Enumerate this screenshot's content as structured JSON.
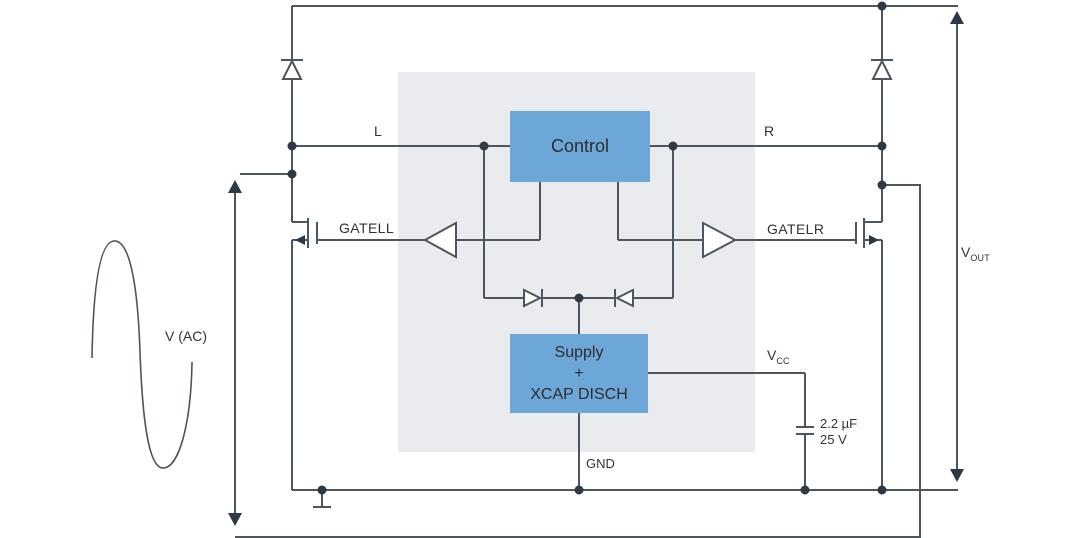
{
  "diagram": {
    "type": "circuit-schematic",
    "description": "AC input half-bridge with control IC, gate drivers, rectifier diodes, supply block and output capacitor",
    "blocks": {
      "control": "Control",
      "supply": {
        "line1": "Supply",
        "line2": "+",
        "line3": "XCAP DISCH"
      }
    },
    "labels": {
      "l": "L",
      "r": "R",
      "gatell": "GATELL",
      "gatelr": "GATELR",
      "vac": "V (AC)",
      "gnd": "GND",
      "cap_value": "2.2 µF",
      "cap_voltage": "25 V"
    },
    "signals": {
      "vcc": {
        "base": "V",
        "sub": "CC"
      },
      "vout": {
        "base": "V",
        "sub": "OUT"
      }
    },
    "colors": {
      "color-wire": "#4d565e",
      "color-node": "#2d3a45",
      "color-block": "#6da7d8",
      "color-ic": "#e9ebee",
      "color-text": "#333333",
      "color-bg": "#ffffff"
    }
  }
}
